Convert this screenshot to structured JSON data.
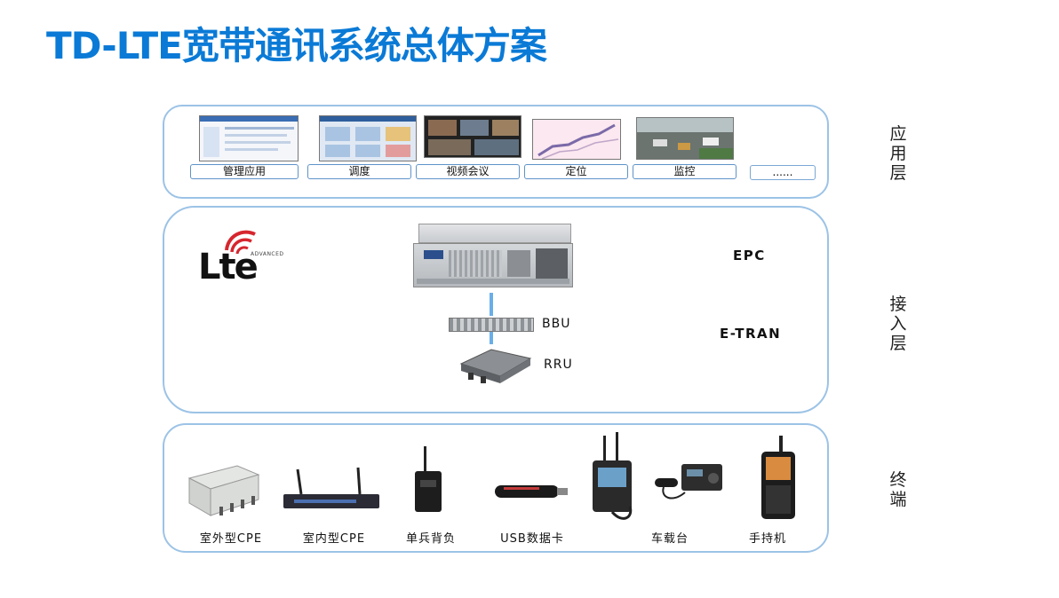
{
  "title": "TD-LTE宽带通讯系统总体方案",
  "layers": {
    "app": "应用层",
    "access": "接入层",
    "terminal": "终端"
  },
  "app_items": [
    "管理应用",
    "调度",
    "视频会议",
    "定位",
    "监控",
    "......"
  ],
  "access": {
    "logo_text": "Lte",
    "logo_small": "ADVANCED",
    "epc": "EPC",
    "etran": "E-TRAN",
    "bbu": "BBU",
    "rru": "RRU"
  },
  "terminals": [
    "室外型CPE",
    "室内型CPE",
    "单兵背负",
    "USB数据卡",
    "车载台",
    "手持机"
  ],
  "colors": {
    "title": "#0a7ad6",
    "border": "#9cc3e6",
    "label_border": "#5e93c9",
    "link": "#6aaee8"
  }
}
